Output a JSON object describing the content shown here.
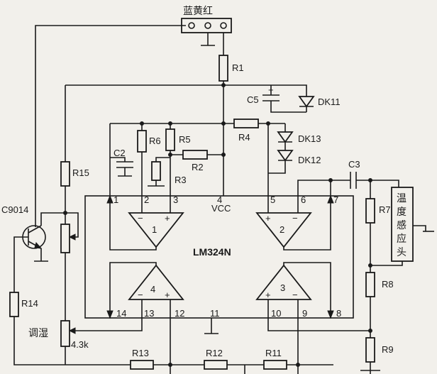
{
  "connector": {
    "label": "蓝黄红"
  },
  "chip": {
    "name": "LM324N",
    "vcc": "VCC"
  },
  "pins": [
    "1",
    "2",
    "3",
    "4",
    "5",
    "6",
    "7",
    "8",
    "9",
    "10",
    "11",
    "12",
    "13",
    "14"
  ],
  "amps": [
    "1",
    "2",
    "3",
    "4"
  ],
  "resistors": [
    "R1",
    "R2",
    "R3",
    "R4",
    "R5",
    "R6",
    "R7",
    "R8",
    "R9",
    "R11",
    "R12",
    "R13",
    "R14",
    "R15"
  ],
  "capacitors": [
    "C2",
    "C3",
    "C5"
  ],
  "diodes": [
    "DK11",
    "DK12",
    "DK13"
  ],
  "transistor": "C9014",
  "sensor": [
    "温",
    "度",
    "感",
    "应",
    "头"
  ],
  "pot": {
    "label": "调湿",
    "value": "4.3k"
  }
}
